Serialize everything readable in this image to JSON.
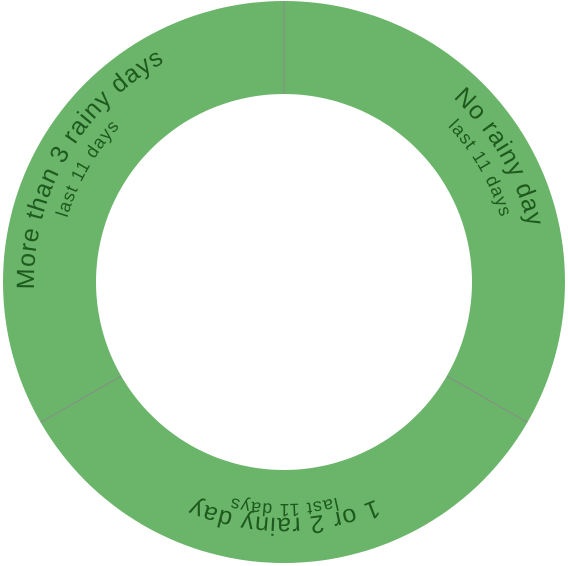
{
  "chart_data": {
    "type": "pie",
    "style": "donut",
    "colors": {
      "segment_fill": "#6ab56a",
      "segment_border": "#8a8a8a",
      "label": "#1e5a1e"
    },
    "segments": [
      {
        "label": "No rainy day",
        "sublabel": "last 11 days",
        "value": 1
      },
      {
        "label": "1 or 2 rainy day",
        "sublabel": "last 11 days",
        "value": 1
      },
      {
        "label": "More than 3 rainy days",
        "sublabel": "last 11 days",
        "value": 1
      }
    ]
  }
}
